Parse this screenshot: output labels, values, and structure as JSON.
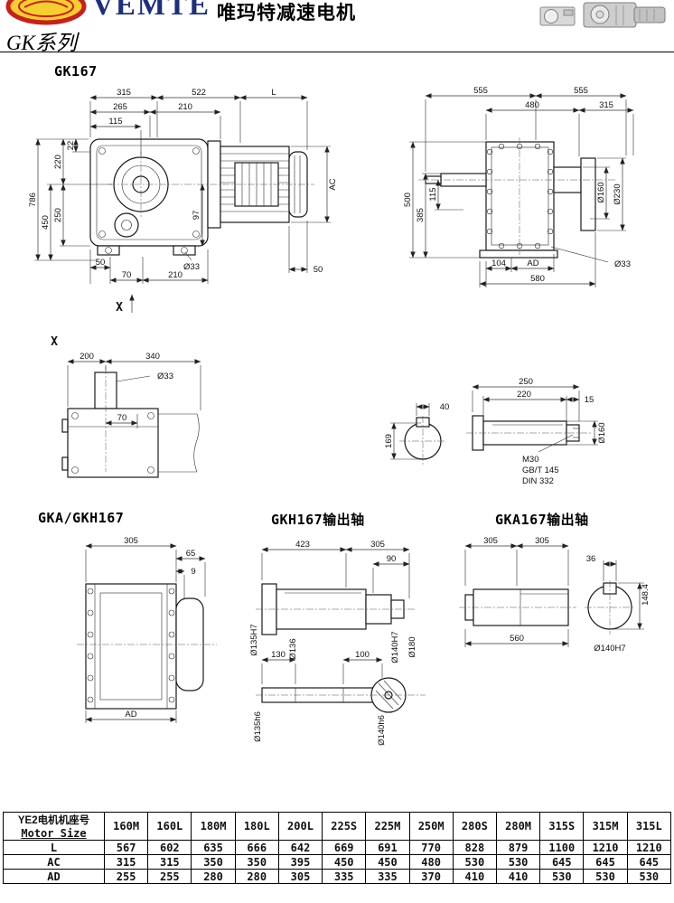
{
  "header": {
    "brand": "VEMTE",
    "brand_cn": "唯玛特减速电机",
    "series": "GK系列"
  },
  "drawing_titles": {
    "gk167": "GK167",
    "x_pointer": "X",
    "x_detail": "X",
    "gka_gkh167": "GKA/GKH167",
    "gkh167_shaft": "GKH167输出轴",
    "gka167_shaft": "GKA167输出轴"
  },
  "front_view": {
    "top_315": "315",
    "top_522": "522",
    "top_L": "L",
    "top_265": "265",
    "top_210": "210",
    "top_115": "115",
    "left_786": "786",
    "left_450": "450",
    "left_220": "220",
    "left_250": "250",
    "left_22": "22",
    "mid_97": "97",
    "bottom_50_left": "50",
    "bottom_70": "70",
    "bottom_210": "210",
    "dia_33": "Ø33",
    "bottom_50_right": "50",
    "right_AC": "AC"
  },
  "side_view": {
    "top_555_left": "555",
    "top_555_right": "555",
    "top_480": "480",
    "top_315": "315",
    "left_500": "500",
    "left_385": "385",
    "left_115": "115",
    "bottom_104": "104",
    "bottom_AD": "AD",
    "bottom_580": "580",
    "dia_160": "Ø160",
    "dia_230": "Ø230",
    "dia_33": "Ø33"
  },
  "x_detail": {
    "top_200": "200",
    "top_340": "340",
    "dia_33": "Ø33",
    "dim_70": "70"
  },
  "shaft_end": {
    "dim_40": "40",
    "dim_169": "169",
    "dim_250": "250",
    "dim_220": "220",
    "dim_15": "15",
    "thread": "M30",
    "std_1": "GB/T 145",
    "std_2": "DIN 332",
    "dia_160": "Ø160"
  },
  "gka_view": {
    "top_305": "305",
    "dim_65": "65",
    "dim_9": "9",
    "bottom_AD": "AD"
  },
  "gkh_shaft": {
    "top_423": "423",
    "top_305": "305",
    "dim_90": "90",
    "dia_135H7": "Ø135H7",
    "dia_136": "Ø136",
    "dia_140H7": "Ø140H7",
    "dia_180": "Ø180",
    "dim_130": "130",
    "dim_100": "100",
    "dia_135h6": "Ø135h6",
    "dia_140h6": "Ø140h6"
  },
  "gka_shaft": {
    "top_305_a": "305",
    "top_305_b": "305",
    "dim_36": "36",
    "dim_148": "148.4",
    "bottom_560": "560",
    "dia_140H7": "Ø140H7"
  },
  "table": {
    "header_cn": "YE2电机机座号",
    "header_en": "Motor Size",
    "columns": [
      "160M",
      "160L",
      "180M",
      "180L",
      "200L",
      "225S",
      "225M",
      "250M",
      "280S",
      "280M",
      "315S",
      "315M",
      "315L"
    ],
    "rows": [
      {
        "label": "L",
        "values": [
          "567",
          "602",
          "635",
          "666",
          "642",
          "669",
          "691",
          "770",
          "828",
          "879",
          "1100",
          "1210",
          "1210"
        ]
      },
      {
        "label": "AC",
        "values": [
          "315",
          "315",
          "350",
          "350",
          "395",
          "450",
          "450",
          "480",
          "530",
          "530",
          "645",
          "645",
          "645"
        ]
      },
      {
        "label": "AD",
        "values": [
          "255",
          "255",
          "280",
          "280",
          "305",
          "335",
          "335",
          "370",
          "410",
          "410",
          "530",
          "530",
          "530"
        ]
      }
    ]
  }
}
